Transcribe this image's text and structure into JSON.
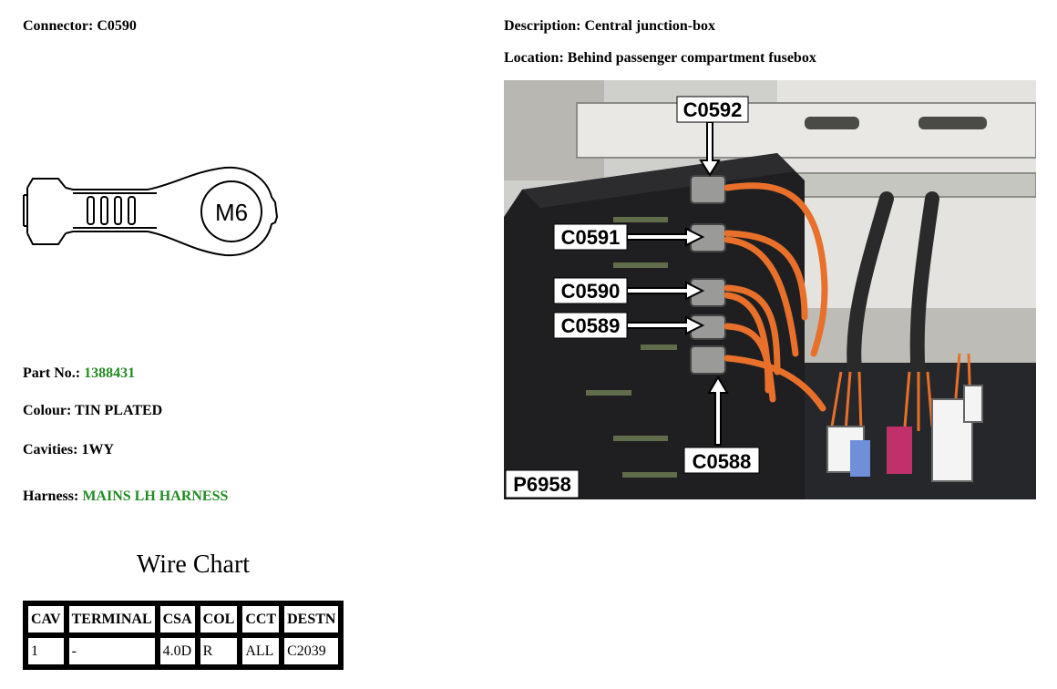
{
  "connector": {
    "label": "Connector:",
    "value": "C0590"
  },
  "description": {
    "label": "Description:",
    "value": "Central junction-box"
  },
  "location": {
    "label": "Location:",
    "value": "Behind passenger compartment fusebox"
  },
  "part": {
    "label": "Part No.:",
    "value": "1388431"
  },
  "colour": {
    "label": "Colour:",
    "value": "TIN PLATED"
  },
  "cavities": {
    "label": "Cavities:",
    "value": "1WY"
  },
  "harness": {
    "label": "Harness:",
    "value": "MAINS LH HARNESS"
  },
  "terminal": {
    "size_label": "M6"
  },
  "photo": {
    "ref": "P6958",
    "callouts": [
      "C0592",
      "C0591",
      "C0590",
      "C0589",
      "C0588"
    ]
  },
  "wire_chart": {
    "title": "Wire Chart",
    "headers": [
      "CAV",
      "TERMINAL",
      "CSA",
      "COL",
      "CCT",
      "DESTN"
    ],
    "rows": [
      [
        "1",
        "-",
        "4.0D",
        "R",
        "ALL",
        "C2039"
      ]
    ]
  },
  "colors": {
    "accent_green": "#228b22",
    "wire_orange": "#e8702a"
  }
}
